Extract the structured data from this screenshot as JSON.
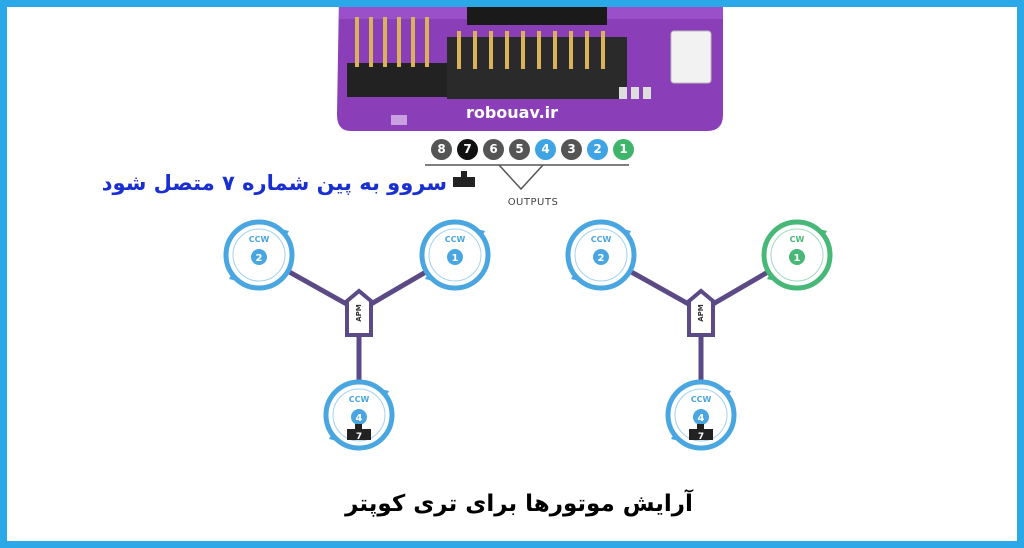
{
  "watermark_site": "robouav.ir",
  "caption": "سروو به پین شماره ۷ متصل شود",
  "title": "آرایش موتورها برای تری کوپتر",
  "outputs": {
    "label": "OUTPUTS",
    "pins": [
      {
        "num": "8",
        "color": "#555555"
      },
      {
        "num": "7",
        "color": "#111111"
      },
      {
        "num": "6",
        "color": "#555555"
      },
      {
        "num": "5",
        "color": "#555555"
      },
      {
        "num": "4",
        "color": "#3fa4e3"
      },
      {
        "num": "3",
        "color": "#555555"
      },
      {
        "num": "2",
        "color": "#3fa4e3"
      },
      {
        "num": "1",
        "color": "#3fb56b"
      }
    ]
  },
  "colors": {
    "frame": "#2aa8e8",
    "arm": "#5b4a86",
    "ccw": "#4aa6e0",
    "cw": "#47b877",
    "board": "#8a3fb8",
    "caption": "#1a2fcf"
  },
  "diagrams": [
    {
      "center_label": "APM",
      "motors": [
        {
          "num": "2",
          "dir": "CCW"
        },
        {
          "num": "1",
          "dir": "CCW"
        },
        {
          "num": "4",
          "dir": "CCW",
          "servo": "7"
        }
      ]
    },
    {
      "center_label": "APM",
      "motors": [
        {
          "num": "2",
          "dir": "CCW"
        },
        {
          "num": "1",
          "dir": "CW"
        },
        {
          "num": "4",
          "dir": "CCW",
          "servo": "7"
        }
      ]
    }
  ]
}
